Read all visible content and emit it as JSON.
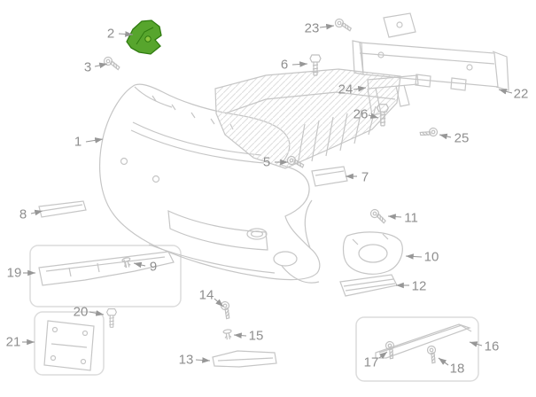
{
  "diagram": {
    "type": "exploded-parts-diagram",
    "description": "Front bumper assembly exploded parts diagram with numbered callouts",
    "background_color": "#ffffff",
    "line_color": "#c6c6c6",
    "label_color": "#8f8f8f",
    "group_box_color": "#dcdcdc",
    "highlight": {
      "part_number": "2",
      "fill": "#57a52d",
      "stroke": "#2f7b10"
    },
    "callouts": {
      "n1": {
        "number": "1"
      },
      "n2": {
        "number": "2",
        "highlighted": true
      },
      "n3": {
        "number": "3"
      },
      "n5": {
        "number": "5"
      },
      "n6": {
        "number": "6"
      },
      "n7": {
        "number": "7"
      },
      "n8": {
        "number": "8"
      },
      "n9": {
        "number": "9"
      },
      "n10": {
        "number": "10"
      },
      "n11": {
        "number": "11"
      },
      "n12": {
        "number": "12"
      },
      "n13": {
        "number": "13"
      },
      "n14": {
        "number": "14"
      },
      "n15": {
        "number": "15"
      },
      "n16": {
        "number": "16"
      },
      "n17": {
        "number": "17"
      },
      "n18": {
        "number": "18"
      },
      "n19": {
        "number": "19"
      },
      "n20": {
        "number": "20"
      },
      "n21": {
        "number": "21"
      },
      "n22": {
        "number": "22"
      },
      "n23": {
        "number": "23"
      },
      "n24": {
        "number": "24"
      },
      "n25": {
        "number": "25"
      },
      "n26": {
        "number": "26"
      }
    }
  }
}
